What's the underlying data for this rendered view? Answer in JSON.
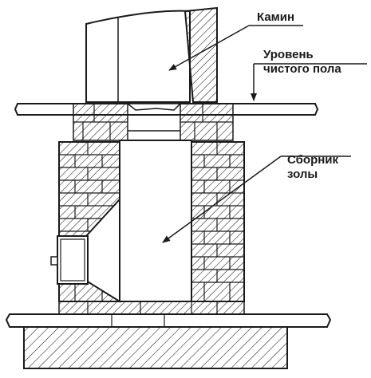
{
  "labels": {
    "fireplace": "Камин",
    "floor_line1": "Уровень",
    "floor_line2": "чистого пола",
    "ash_line1": "Сборник",
    "ash_line2": "золы"
  },
  "colors": {
    "ink": "#1a1a1a",
    "background": "#ffffff"
  }
}
